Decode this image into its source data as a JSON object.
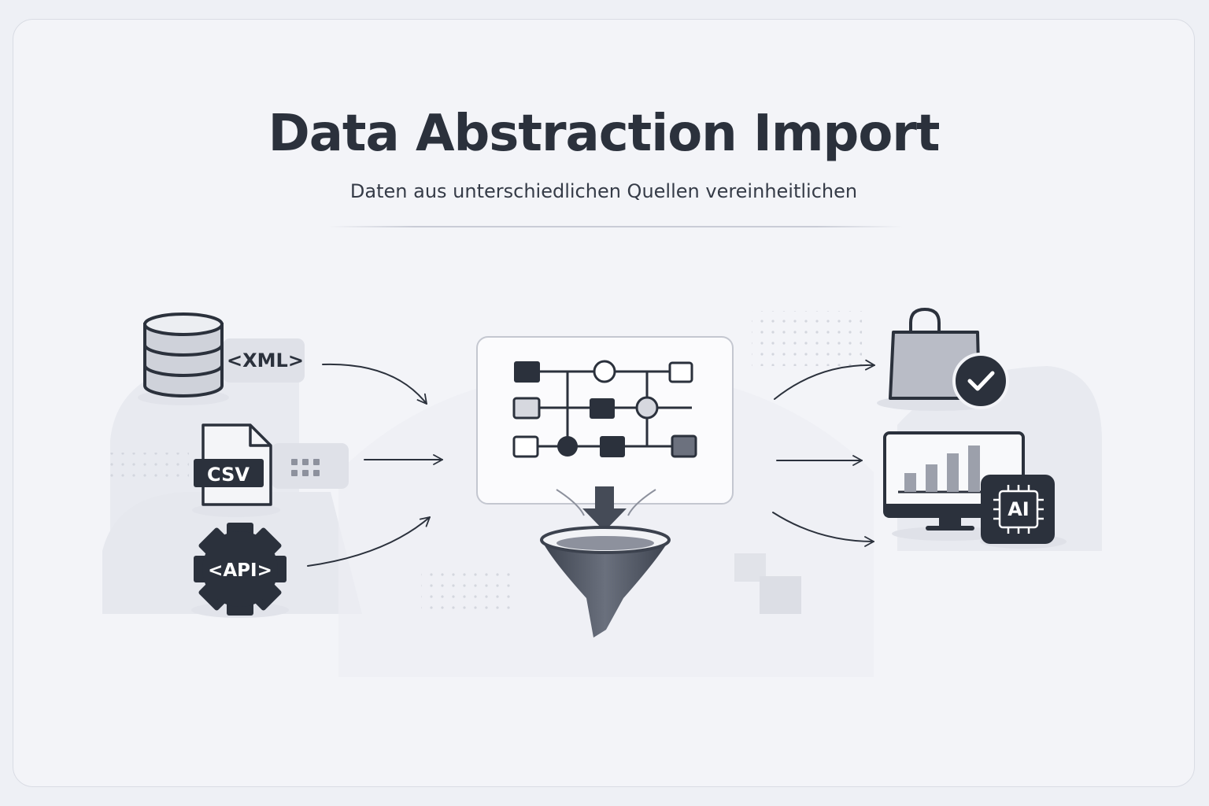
{
  "header": {
    "title": "Data Abstraction Import",
    "subtitle": "Daten aus unterschiedlichen Quellen vereinheitlichen"
  },
  "sources": {
    "xml": {
      "label": "<XML>",
      "icon": "database-icon"
    },
    "csv": {
      "label": "CSV",
      "icon": "file-icon"
    },
    "api": {
      "label": "<API>",
      "icon": "gear-icon"
    }
  },
  "core": {
    "icons": [
      "data-mapping-grid-icon",
      "funnel-icon",
      "arrow-down-icon"
    ]
  },
  "outputs": {
    "shop": {
      "icon": "shopping-bag-icon",
      "badge": "check-icon"
    },
    "analytics": {
      "icon": "monitor-chart-icon",
      "badge_label": "AI"
    }
  },
  "colors": {
    "dark": "#2b313c",
    "mid": "#767b8a",
    "light": "#d7d9e1",
    "background": "#f3f4f8"
  }
}
